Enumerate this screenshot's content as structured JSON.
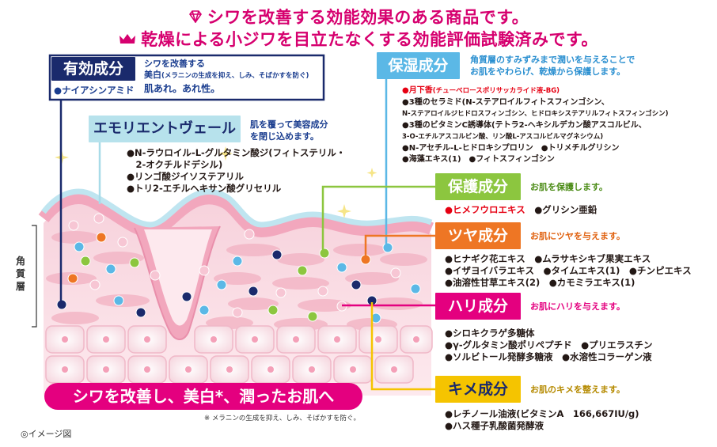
{
  "headline1": {
    "icon": "diamond-icon",
    "text": "シワを改善する効能効果のある商品です。"
  },
  "headline2": {
    "icon": "crown-icon",
    "text": "乾燥による小ジワを目立たなくする効能評価試験済みです。"
  },
  "yuko": {
    "label": "有効成分",
    "ingredient": "●ナイアシンアミド",
    "line1": "シワを改善する",
    "line2_main": "美白",
    "line2_sub": "(メラニンの生成を抑え、しみ、そばかすを防ぐ)",
    "line3": "肌あれ。あれ性。"
  },
  "emollient": {
    "label": "エモリエントヴェール",
    "desc1": "肌を覆って美容成分",
    "desc2": "を閉じ込めます。",
    "items": [
      "●N-ラウロイル-L-グルタミン酸ジ(フィトステリル・",
      "　2-オクチルドデシル)",
      "●リンゴ酸ジイソステアリル",
      "●トリ2-エチルヘキサン酸グリセリル"
    ]
  },
  "hoshitsu": {
    "label": "保湿成分",
    "desc1": "角質層のすみずみまで潤いを与えることで",
    "desc2": "お肌をやわらげ、乾燥から保護します。",
    "item_highlight": "●月下香",
    "item_highlight_sub": "(チューベロースポリサッカライド液-BG)",
    "items": [
      "●3種のセラミド(N-ステアロイルフィトスフィンゴシン、",
      "N-ステアロイルジヒドロスフィンゴシン、ヒドロキシステアリルフィトスフィンゴシン)",
      "●3種のビタミンC誘導体(テトラ2-ヘキシルデカン酸アスコルビル、",
      "3-O-エチルアスコルビン酸、リン酸L-アスコルビルマグネシウム)",
      "●N-アセチル-L-ヒドロキシプロリン　●トリメチルグリシン",
      "●海藻エキス(1)　●フィトスフィンゴシン"
    ]
  },
  "hogo": {
    "label": "保護成分",
    "desc": "お肌を保護します。",
    "item_highlight": "●ヒメフウロエキス",
    "item2": "●グリシン亜鉛"
  },
  "tsuya": {
    "label": "ツヤ成分",
    "desc": "お肌にツヤを与えます。",
    "items": [
      "●ヒナギク花エキス　●ムラサキシキブ果実エキス",
      "●イザヨイバラエキス　●タイムエキス(1)　●チンピエキス",
      "●油溶性甘草エキス(2)　●カモミラエキス(1)"
    ]
  },
  "hari": {
    "label": "ハリ成分",
    "desc": "お肌にハリを与えます。",
    "items": [
      "●シロキクラゲ多糖体",
      "●γ-グルタミン酸ポリペプチド　●プリエラスチン",
      "●ソルビトール発酵多糖液　●水溶性コラーゲン液"
    ]
  },
  "kime": {
    "label": "キメ成分",
    "desc": "お肌のキメを整えます。",
    "items": [
      "●レチノール油液(ビタミンA　166,667IU/g)",
      "●ハス種子乳酸菌発酵液"
    ]
  },
  "skin_label": "角質層",
  "banner": "シワを改善し、美白*、潤ったお肌へ",
  "footnote": "※ メラニンの生成を抑え、しみ、そばかすを防ぐ。",
  "image_note": "◎イメージ図",
  "colors": {
    "pink": "#e4007f",
    "navy": "#1a2a6c",
    "light_blue": "#5bb8e6",
    "green": "#8cc63f",
    "orange": "#ee7624",
    "yellow": "#f5c400",
    "emollient_bg": "#b7e2ec",
    "skin_pink": "#f3b6c6"
  }
}
